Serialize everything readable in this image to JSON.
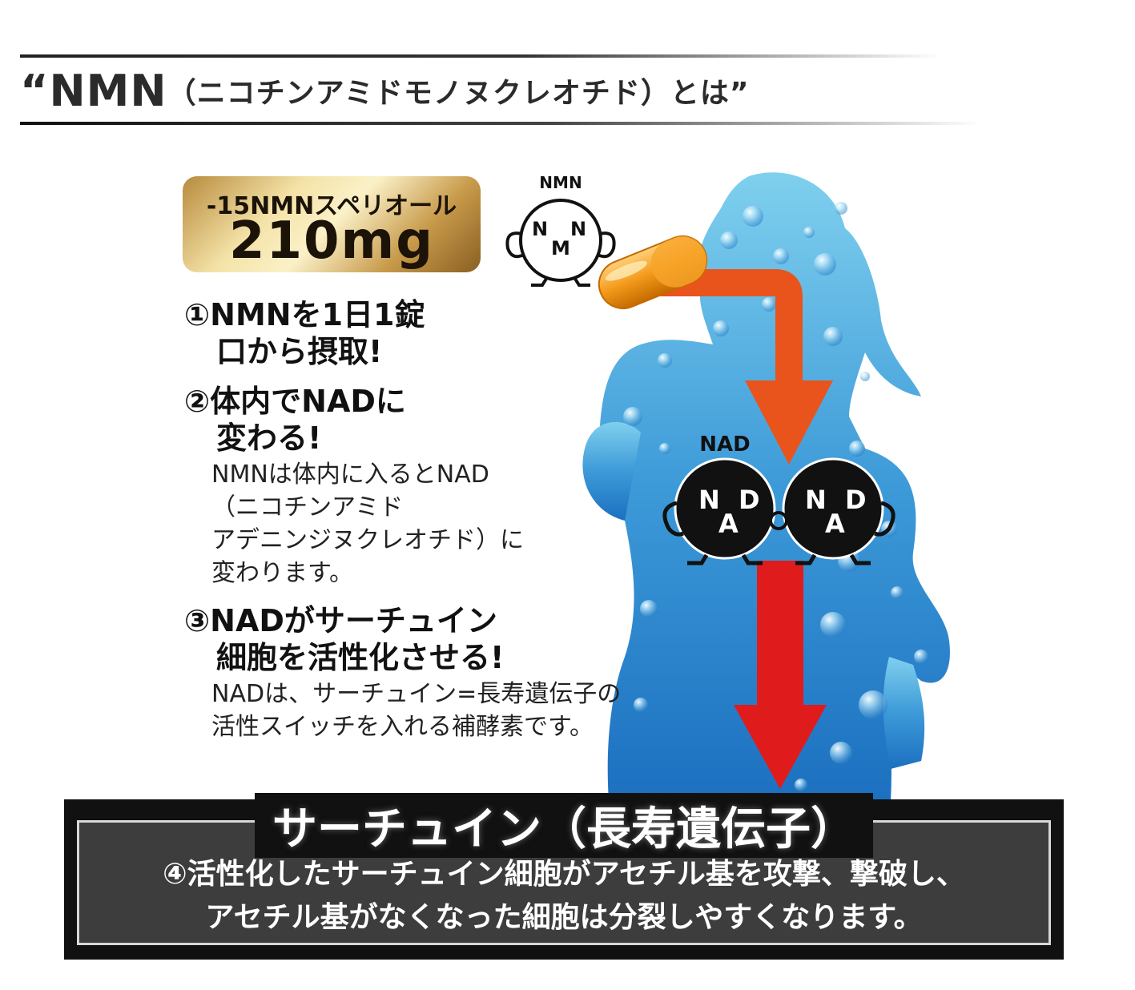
{
  "header": {
    "title_main": "“NMN",
    "title_sub": "（ニコチンアミドモノヌクレオチド）とは”"
  },
  "badge": {
    "top": "-15NMNスペリオール",
    "amount": "210mg"
  },
  "mascots": {
    "nmn_label": "NMN",
    "nmn_letters": [
      "N",
      "M",
      "N"
    ],
    "nad_label": "NAD",
    "nad_letters": [
      "N",
      "A",
      "D"
    ]
  },
  "steps": [
    {
      "lines": [
        "①NMNを1日1錠",
        "口から摂取!"
      ],
      "body": []
    },
    {
      "lines": [
        "②体内でNADに",
        "変わる!"
      ],
      "body": [
        "NMNは体内に入るとNAD",
        "（ニコチンアミド",
        "アデニンジヌクレオチド）に",
        "変わります。"
      ]
    },
    {
      "lines": [
        "③NADがサーチュイン",
        "細胞を活性化させる!"
      ],
      "body": [
        "NADは、サーチュイン=長寿遺伝子の",
        "活性スイッチを入れる補酵素です。"
      ]
    }
  ],
  "bottom": {
    "title": "サーチュイン（長寿遺伝子）",
    "line1": "④活性化したサーチュイン細胞がアセチル基を攻撃、撃破し、",
    "line2": "アセチル基がなくなった細胞は分裂しやすくなります。"
  },
  "colors": {
    "body_blue_top": "#6fc7ea",
    "body_blue_bottom": "#1f78c4",
    "orange_arrow": "#e8541c",
    "red_arrow": "#e01b1b",
    "capsule": "#f39a1b"
  }
}
